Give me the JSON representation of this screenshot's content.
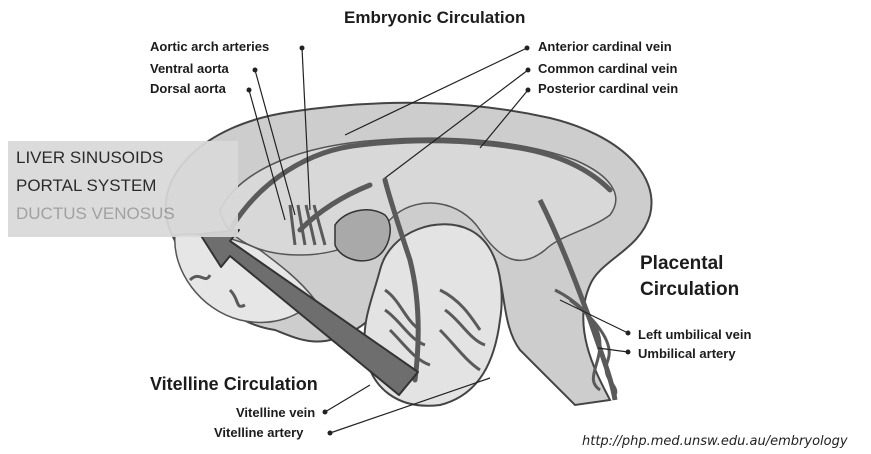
{
  "title": "Embryonic Circulation",
  "labels": {
    "aortic_arch_arteries": "Aortic arch arteries",
    "ventral_aorta": "Ventral aorta",
    "dorsal_aorta": "Dorsal aorta",
    "anterior_cardinal_vein": "Anterior cardinal vein",
    "common_cardinal_vein": "Common cardinal vein",
    "posterior_cardinal_vein": "Posterior cardinal vein",
    "placental_circulation_line1": "Placental",
    "placental_circulation_line2": "Circulation",
    "left_umbilical_vein": "Left umbilical vein",
    "umbilical_artery": "Umbilical artery",
    "vitelline_circulation": "Vitelline Circulation",
    "vitelline_vein": "Vitelline vein",
    "vitelline_artery": "Vitelline artery"
  },
  "overlay": {
    "line1": "LIVER SINUSOIDS",
    "line2": "PORTAL SYSTEM",
    "line3": "DUCTUS VENOSUS",
    "line1_color": "#1a1a1a",
    "line2_color": "#1a1a1a",
    "line3_color": "#9a9a9a"
  },
  "source_credit": "http://php.med.unsw.edu.au/embryology",
  "colors": {
    "arrow_fill": "#6e6e6e",
    "vessel": "#5a5a5a",
    "embryo_body": "#c9c9c9",
    "yolk_sac": "#e2e2e2"
  }
}
